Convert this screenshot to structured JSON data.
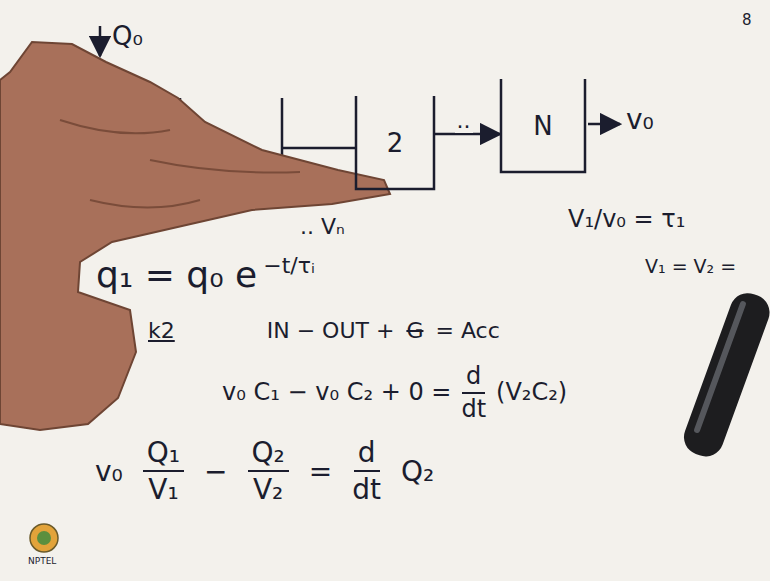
{
  "diagram": {
    "nodes": [
      {
        "text": [
          "2"
        ]
      },
      {
        "text": [
          "N"
        ]
      }
    ],
    "edges": [
      {
        "from": 0,
        "to": 1,
        "arrow": "to",
        "label": ".."
      }
    ],
    "labels": [
      "8",
      "Q₀",
      "v₀",
      ".. Vₙ",
      "V₁/v₀ = τ₁",
      "V₁ = V₂ =",
      "q₁ = q₀ e",
      "−t/τᵢ",
      "k2",
      "IN − OUT +",
      "G",
      "= Acc",
      "v₀ C₁ − v₀ C₂ + 0 =",
      "d",
      "dt",
      "(V₂C₂)",
      "v₀",
      "Q₁",
      "V₁",
      "−",
      "Q₂",
      "V₂",
      "=",
      "d",
      "dt",
      "Q₂",
      "NPTEL"
    ]
  }
}
